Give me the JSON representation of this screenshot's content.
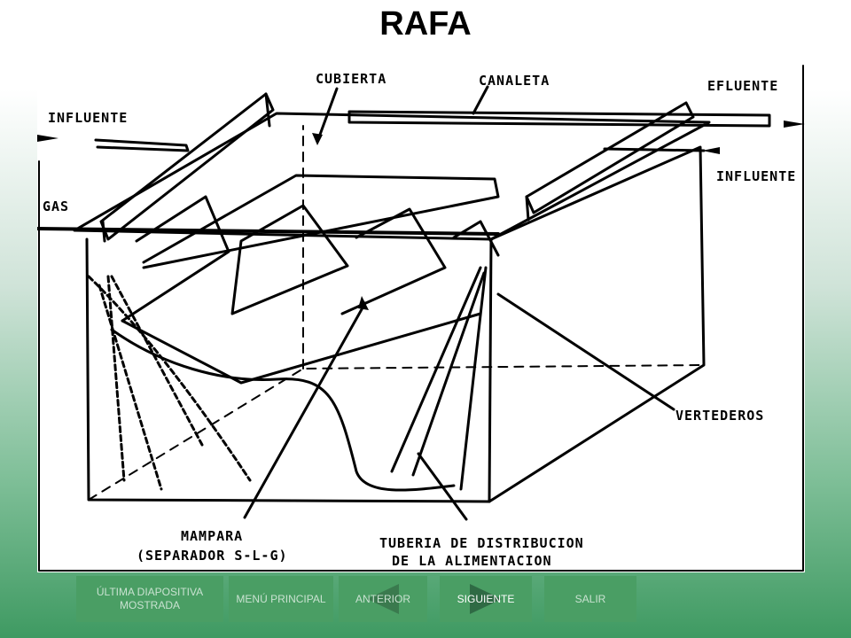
{
  "slide": {
    "title": "RAFA"
  },
  "diagram": {
    "labels": {
      "cubierta": "CUBIERTA",
      "canaleta": "CANALETA",
      "efluente": "EFLUENTE",
      "influente_left": "INFLUENTE",
      "influente_right": "INFLUENTE",
      "gas": "GAS",
      "vertederos": "VERTEDEROS",
      "mampara_line1": "MAMPARA",
      "mampara_line2": "(SEPARADOR S-L-G)",
      "tuberia_line1": "TUBERIA DE DISTRIBUCION",
      "tuberia_line2": "DE LA ALIMENTACION"
    }
  },
  "nav": {
    "last_slide": "ÚLTIMA DIAPOSITIVA MOSTRADA",
    "main_menu": "MENÚ PRINCIPAL",
    "previous": "ANTERIOR",
    "next": "SIGUIENTE",
    "exit": "SALIR"
  },
  "colors": {
    "nav_button": "#4a9e64",
    "nav_text": "#c9e2d1",
    "nav_text_active": "#ffffff",
    "gradient_bottom": "#3f9a62"
  }
}
